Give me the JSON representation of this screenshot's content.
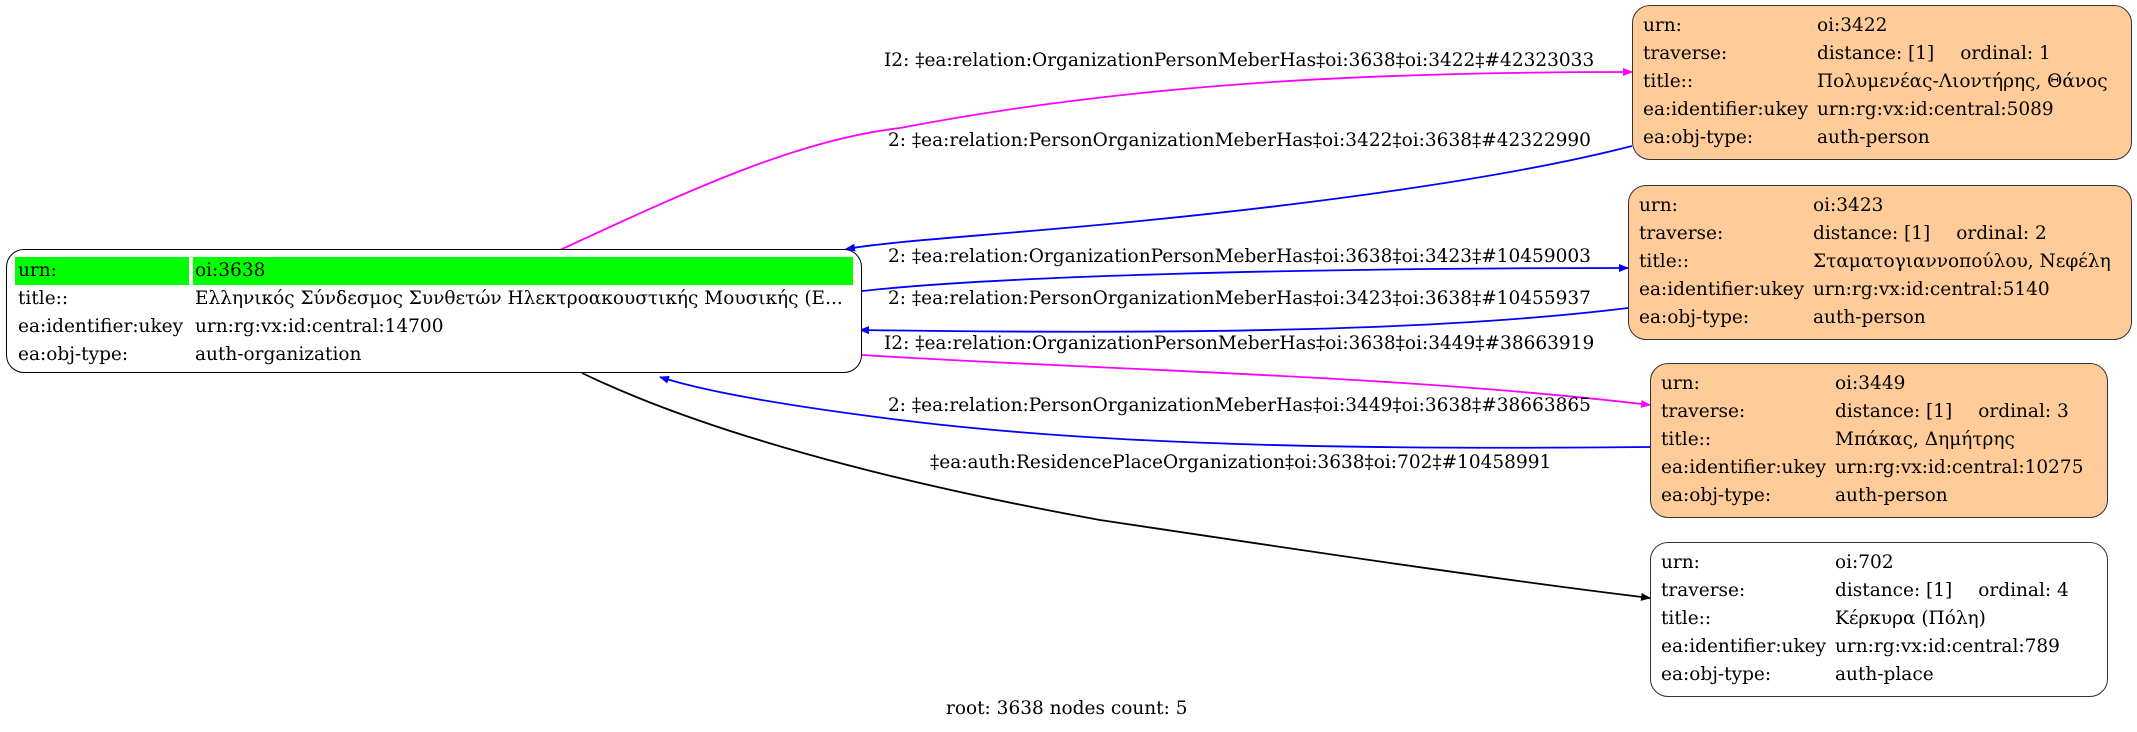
{
  "graph": {
    "footer": "root: 3638 nodes count: 5",
    "colors": {
      "person_fill": "#ffcc99",
      "root_highlight": "#00ff00",
      "edge_org_person": "#ff00ff",
      "edge_blue": "#0000ff",
      "edge_black": "#000000"
    },
    "root": {
      "rows": [
        {
          "key": "urn:",
          "value": "oi:3638"
        },
        {
          "key": "title::",
          "value": "Ελληνικός Σύνδεσμος Συνθετών Ηλεκτροακουστικής Μουσικής (Ε..."
        },
        {
          "key": "ea:identifier:ukey",
          "value": "urn:rg:vx:id:central:14700"
        },
        {
          "key": "ea:obj-type:",
          "value": "auth-organization"
        }
      ]
    },
    "nodes": [
      {
        "urn_key": "urn:",
        "urn": "oi:3422",
        "traverse_key": "traverse:",
        "distance": "distance: [1]",
        "ordinal": "ordinal: 1",
        "title_key": "title::",
        "title": "Πολυμενέας-Λιοντήρης, Θάνος",
        "ukey_key": "ea:identifier:ukey",
        "ukey": "urn:rg:vx:id:central:5089",
        "type_key": "ea:obj-type:",
        "type": "auth-person"
      },
      {
        "urn_key": "urn:",
        "urn": "oi:3423",
        "traverse_key": "traverse:",
        "distance": "distance: [1]",
        "ordinal": "ordinal: 2",
        "title_key": "title::",
        "title": "Σταματογιαννοπούλου, Νεφέλη",
        "ukey_key": "ea:identifier:ukey",
        "ukey": "urn:rg:vx:id:central:5140",
        "type_key": "ea:obj-type:",
        "type": "auth-person"
      },
      {
        "urn_key": "urn:",
        "urn": "oi:3449",
        "traverse_key": "traverse:",
        "distance": "distance: [1]",
        "ordinal": "ordinal: 3",
        "title_key": "title::",
        "title": "Μπάκας, Δημήτρης",
        "ukey_key": "ea:identifier:ukey",
        "ukey": "urn:rg:vx:id:central:10275",
        "type_key": "ea:obj-type:",
        "type": "auth-person"
      },
      {
        "urn_key": "urn:",
        "urn": "oi:702",
        "traverse_key": "traverse:",
        "distance": "distance: [1]",
        "ordinal": "ordinal: 4",
        "title_key": "title::",
        "title": "Κέρκυρα (Πόλη)",
        "ukey_key": "ea:identifier:ukey",
        "ukey": "urn:rg:vx:id:central:789",
        "type_key": "ea:obj-type:",
        "type": "auth-place"
      }
    ],
    "edges": [
      {
        "label": "I2: ‡ea:relation:OrganizationPersonMeberHas‡oi:3638‡oi:3422‡#42323033",
        "from": "oi:3638",
        "to": "oi:3422",
        "color": "#ff00ff"
      },
      {
        "label": "2: ‡ea:relation:PersonOrganizationMeberHas‡oi:3422‡oi:3638‡#42322990",
        "from": "oi:3422",
        "to": "oi:3638",
        "color": "#0000ff"
      },
      {
        "label": "2: ‡ea:relation:OrganizationPersonMeberHas‡oi:3638‡oi:3423‡#10459003",
        "from": "oi:3638",
        "to": "oi:3423",
        "color": "#0000ff"
      },
      {
        "label": "2: ‡ea:relation:PersonOrganizationMeberHas‡oi:3423‡oi:3638‡#10455937",
        "from": "oi:3423",
        "to": "oi:3638",
        "color": "#0000ff"
      },
      {
        "label": "I2: ‡ea:relation:OrganizationPersonMeberHas‡oi:3638‡oi:3449‡#38663919",
        "from": "oi:3638",
        "to": "oi:3449",
        "color": "#ff00ff"
      },
      {
        "label": "2: ‡ea:relation:PersonOrganizationMeberHas‡oi:3449‡oi:3638‡#38663865",
        "from": "oi:3449",
        "to": "oi:3638",
        "color": "#0000ff"
      },
      {
        "label": "‡ea:auth:ResidencePlaceOrganization‡oi:3638‡oi:702‡#10458991",
        "from": "oi:3638",
        "to": "oi:702",
        "color": "#000000"
      }
    ]
  }
}
